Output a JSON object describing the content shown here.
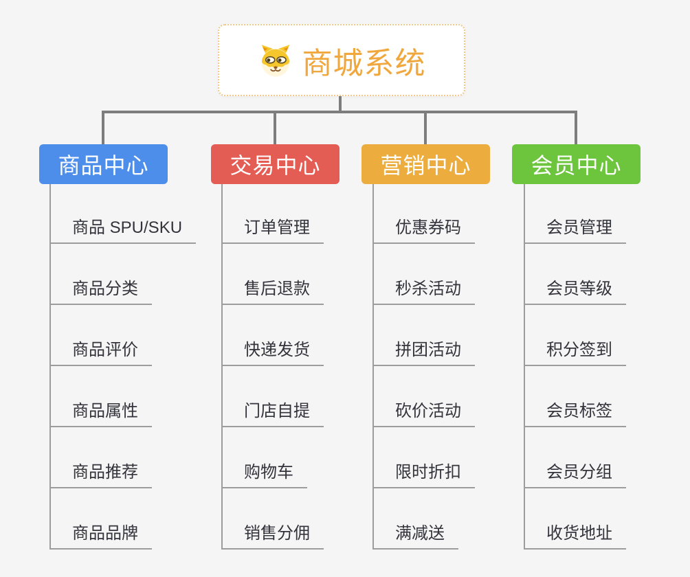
{
  "root": {
    "title": "商城系统",
    "icon": "dog-face-icon",
    "title_color": "#F0A73E",
    "border_color": "#F3C784"
  },
  "branches": [
    {
      "id": "product-center",
      "label": "商品中心",
      "color": "#4D8EEB",
      "items": [
        "商品 SPU/SKU",
        "商品分类",
        "商品评价",
        "商品属性",
        "商品推荐",
        "商品品牌"
      ]
    },
    {
      "id": "trade-center",
      "label": "交易中心",
      "color": "#E35D55",
      "items": [
        "订单管理",
        "售后退款",
        "快递发货",
        "门店自提",
        "购物车",
        "销售分佣"
      ]
    },
    {
      "id": "marketing-center",
      "label": "营销中心",
      "color": "#ECAD3E",
      "items": [
        "优惠券码",
        "秒杀活动",
        "拼团活动",
        "砍价活动",
        "限时折扣",
        "满减送"
      ]
    },
    {
      "id": "member-center",
      "label": "会员中心",
      "color": "#6DC43D",
      "items": [
        "会员管理",
        "会员等级",
        "积分签到",
        "会员标签",
        "会员分组",
        "收货地址"
      ]
    }
  ],
  "colors": {
    "background": "#F5F5F5",
    "connector": "#7D7D7D",
    "underline": "#9C9C9C",
    "item_text": "#33333B"
  }
}
